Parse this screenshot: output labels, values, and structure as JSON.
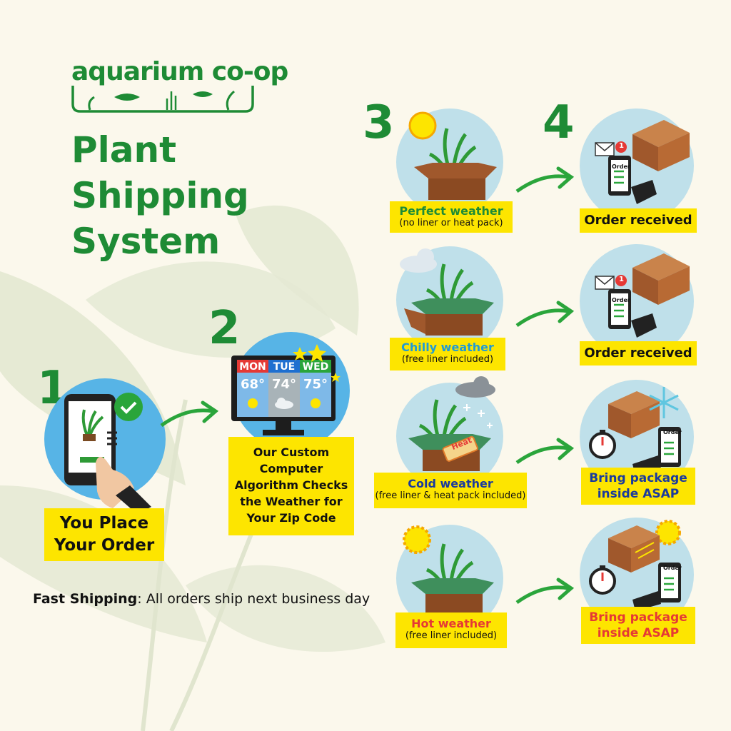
{
  "header": {
    "brand": "aquarium co-op",
    "title_lines": [
      "Plant",
      "Shipping",
      "System"
    ]
  },
  "steps": [
    {
      "number": "1",
      "label_lines": [
        "You Place",
        "Your Order"
      ]
    },
    {
      "number": "2",
      "label_lines": [
        "Our Custom",
        "Computer",
        "Algorithm Checks",
        "the Weather for",
        "Your Zip Code"
      ]
    },
    {
      "number": "3"
    },
    {
      "number": "4"
    }
  ],
  "forecast": {
    "days": [
      {
        "day": "MON",
        "temp": "68°",
        "color": "#e53935",
        "icon": "sun-icon"
      },
      {
        "day": "TUE",
        "temp": "74°",
        "color": "#1e6fd0",
        "icon": "cloud-icon"
      },
      {
        "day": "WED",
        "temp": "75°",
        "color": "#2aa53b",
        "icon": "sun-icon"
      }
    ]
  },
  "weather_rows": [
    {
      "condition": "Perfect weather",
      "condition_color": "#1e8b35",
      "detail": "(no liner or heat pack)",
      "result": "Order received",
      "result_color": "#111111"
    },
    {
      "condition": "Chilly weather",
      "condition_color": "#1f9ad6",
      "detail": "(free liner included)",
      "result": "Order received",
      "result_color": "#111111"
    },
    {
      "condition": "Cold weather",
      "condition_color": "#1a3a9e",
      "detail": "(free liner & heat pack included)",
      "result_lines": [
        "Bring package",
        "inside ASAP"
      ],
      "result_color": "#1a3a9e"
    },
    {
      "condition": "Hot weather",
      "condition_color": "#e53935",
      "detail": "(free liner included)",
      "result_lines": [
        "Bring package",
        "inside ASAP"
      ],
      "result_color": "#e53935"
    }
  ],
  "icons": {
    "heat_pack_label": "Heat",
    "order_screen_label": "Order",
    "notification_count": "1"
  },
  "footer": {
    "bold": "Fast Shipping",
    "rest": ": All orders ship next business day"
  },
  "colors": {
    "brand_green": "#1e8b35",
    "label_yellow": "#fde500",
    "circle_blue": "#bfe0ea",
    "background": "#fbf8ec"
  }
}
